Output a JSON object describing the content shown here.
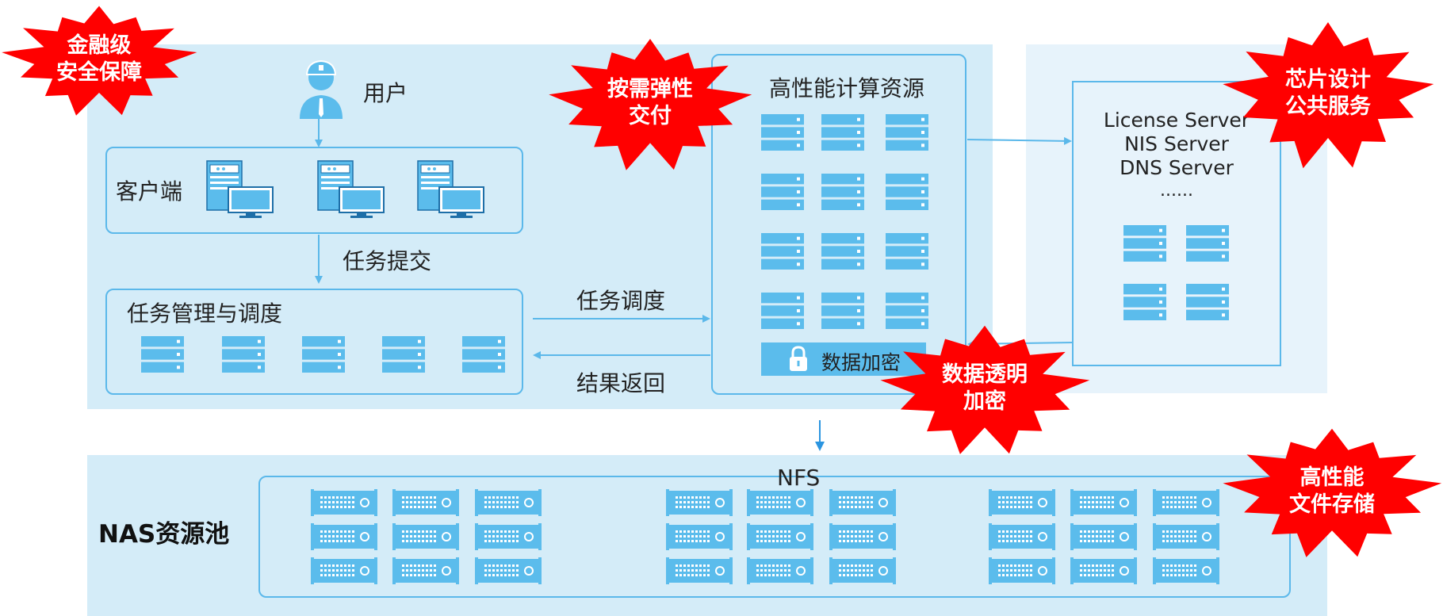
{
  "diagram": {
    "user_label": "用户",
    "client_label": "客户端",
    "task_submit_label": "任务提交",
    "task_mgmt_label": "任务管理与调度",
    "task_dispatch_label": "任务调度",
    "result_return_label": "结果返回",
    "hpc_label": "高性能计算资源",
    "encrypt_label": "数据加密",
    "services": [
      "License Server",
      "NIS Server",
      "DNS Server",
      "......"
    ],
    "nfs_label": "NFS",
    "nas_label": "NAS资源池"
  },
  "bursts": [
    {
      "lines": [
        "金融级",
        "安全保障"
      ]
    },
    {
      "lines": [
        "按需弹性",
        "交付"
      ]
    },
    {
      "lines": [
        "芯片设计",
        "公共服务"
      ]
    },
    {
      "lines": [
        "数据透明",
        "加密"
      ]
    },
    {
      "lines": [
        "高性能",
        "文件存储"
      ]
    }
  ],
  "colors": {
    "panel": "#d4ecf8",
    "panel_light": "#e7f3fb",
    "accent": "#5bb8ea",
    "server": "#5bbcec",
    "burst": "#ff0000"
  }
}
